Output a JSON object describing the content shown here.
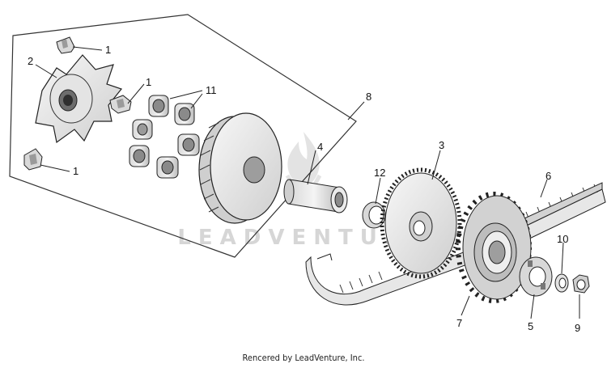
{
  "watermark": {
    "text": "LEADVENTURE"
  },
  "footer": {
    "credit": "Rencered by LeadVenture, Inc."
  },
  "callouts": {
    "c1a": "1",
    "c1b": "1",
    "c1c": "1",
    "c2": "2",
    "c3": "3",
    "c4": "4",
    "c5": "5",
    "c6": "6",
    "c7": "7",
    "c8": "8",
    "c9": "9",
    "c10": "10",
    "c11": "11",
    "c12": "12"
  },
  "colors": {
    "part_fill": "#ececec",
    "part_shade": "#bdbdbd",
    "stroke": "#222222",
    "watermark": "#d6d6d6"
  },
  "icons": {
    "watermark_logo": "flame-logo-icon"
  }
}
